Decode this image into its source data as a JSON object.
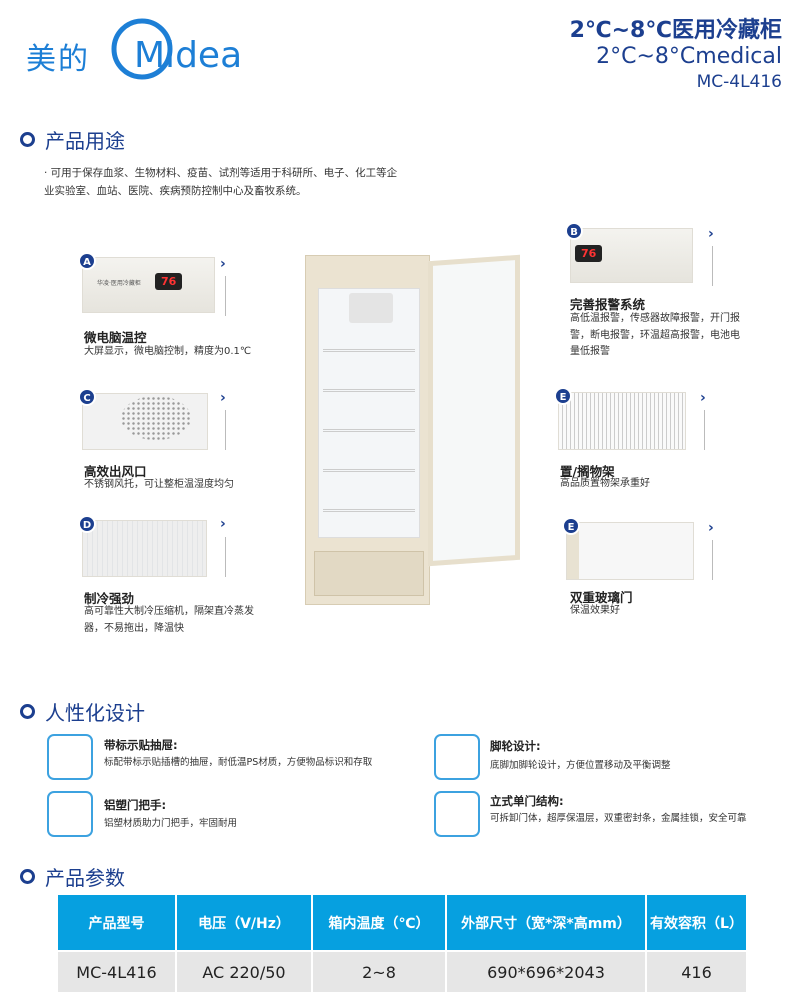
{
  "header": {
    "logo_cn": "美的",
    "logo_en": "Midea",
    "title_cn": "2℃~8℃医用冷藏柜",
    "title_en": "2°C~8°Cmedical",
    "model": "MC-4L416"
  },
  "usage": {
    "heading": "产品用途",
    "text": "· 可用于保存血浆、生物材料、疫苗、试剂等适用于科研所、电子、化工等企业实验室、血站、医院、疾病预防控制中心及畜牧系统。"
  },
  "features": [
    {
      "badge": "A",
      "title": "微电脑温控",
      "desc": "大屏显示，微电脑控制，精度为0.1℃",
      "panel_label": "华凌·医用冷藏柜",
      "display": "76"
    },
    {
      "badge": "B",
      "title": "完善报警系统",
      "desc": "高低温报警，传感器故障报警，开门报警，断电报警，环温超高报警，电池电量低报警",
      "display": "76"
    },
    {
      "badge": "C",
      "title": "高效出风口",
      "desc": "不锈钢风托，可让整柜温湿度均匀"
    },
    {
      "badge": "E",
      "title": "置/搁物架",
      "desc": "高品质置物架承重好"
    },
    {
      "badge": "D",
      "title": "制冷强劲",
      "desc": "高可靠性大制冷压缩机，隔架直冷蒸发器，不易拖出，降温快"
    },
    {
      "badge": "E",
      "title": "双重玻璃门",
      "desc": "保温效果好"
    }
  ],
  "design": {
    "heading": "人性化设计",
    "items": [
      {
        "title": "带标示贴抽屉:",
        "desc": "标配带标示贴插槽的抽屉，耐低温PS材质，方便物品标识和存取"
      },
      {
        "title": "脚轮设计:",
        "desc": "底脚加脚轮设计，方便位置移动及平衡调整"
      },
      {
        "title": "铝塑门把手:",
        "desc": "铝塑材质助力门把手，牢固耐用"
      },
      {
        "title": "立式单门结构:",
        "desc": "可拆卸门体，超厚保温层，双重密封条，金属挂锁，安全可靠"
      }
    ]
  },
  "params": {
    "heading": "产品参数",
    "headers": [
      "产品型号",
      "电压（V/Hz）",
      "箱内温度（℃）",
      "外部尺寸（宽*深*高mm）",
      "有效容积（L）"
    ],
    "row": [
      "MC-4L416",
      "AC 220/50",
      "2~8",
      "690*696*2043",
      "416"
    ]
  },
  "colors": {
    "brand": "#1c3f8f",
    "accent": "#06a0e0",
    "logo": "#1d7fd6"
  }
}
